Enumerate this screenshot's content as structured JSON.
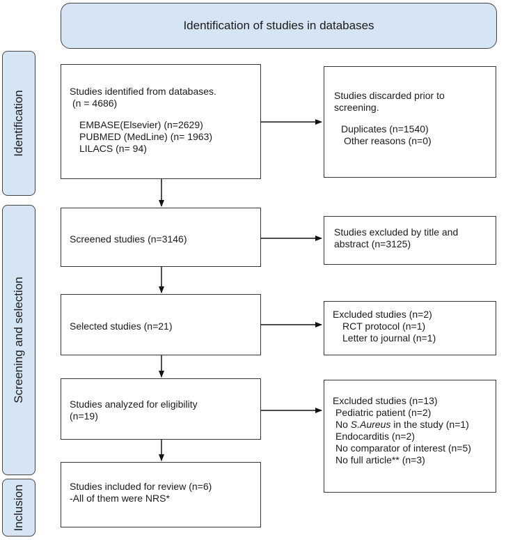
{
  "header": {
    "title": "Identification of studies in databases"
  },
  "phases": {
    "identification": "Identification",
    "screening": "Screening and selection",
    "inclusion": "Inclusion"
  },
  "boxes": {
    "identified": {
      "title": "Studies identified from databases.",
      "total": "(n = 4686)",
      "db1": "EMBASE(Elsevier) (n=2629)",
      "db2": "PUBMED (MedLine) (n= 1963)",
      "db3": "LILACS (n= 94)"
    },
    "discarded": {
      "title_line1": "Studies discarded prior to",
      "title_line2": "screening.",
      "item1": "Duplicates (n=1540)",
      "item2": "Other reasons (n=0)"
    },
    "screened": {
      "text": "Screened studies (n=3146)"
    },
    "excluded_title": {
      "line1": "Studies excluded by title and",
      "line2": "abstract (n=3125)"
    },
    "selected": {
      "text": "Selected studies (n=21)"
    },
    "excluded2": {
      "title": "Excluded studies (n=2)",
      "item1": "RCT protocol (n=1)",
      "item2": "Letter to journal (n=1)"
    },
    "eligibility": {
      "line1": "Studies analyzed for eligibility",
      "line2": "(n=19)"
    },
    "excluded13": {
      "title": "Excluded studies (n=13)",
      "item1": "Pediatric patient (n=2)",
      "item2_pre": "No ",
      "item2_ital": "S.Aureus",
      "item2_post": " in the study (n=1)",
      "item3": "Endocarditis (n=2)",
      "item4": "No comparator of interest (n=5)",
      "item5": "No full article** (n=3)"
    },
    "included": {
      "line1": "Studies included for review (n=6)",
      "line2": "-All of them were NRS*"
    }
  }
}
